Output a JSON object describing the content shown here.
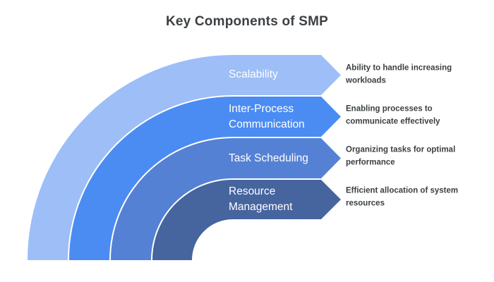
{
  "title": "Key Components of SMP",
  "colors": {
    "background": "#ffffff",
    "title_text": "#3c4043",
    "label_text": "#ffffff",
    "description_text": "#3c4043"
  },
  "diagram": {
    "type": "quarter-circle-component-diagram",
    "bands": [
      {
        "label": "Scalability",
        "description": "Ability to handle increasing workloads",
        "color": "#9dbef7"
      },
      {
        "label": "Inter-Process Communication",
        "description": "Enabling processes to communicate effectively",
        "color": "#4b8cf2"
      },
      {
        "label": "Task Scheduling",
        "description": "Organizing tasks for optimal performance",
        "color": "#5581d5"
      },
      {
        "label": "Resource Management",
        "description": "Efficient allocation of system resources",
        "color": "#46649e"
      }
    ]
  }
}
